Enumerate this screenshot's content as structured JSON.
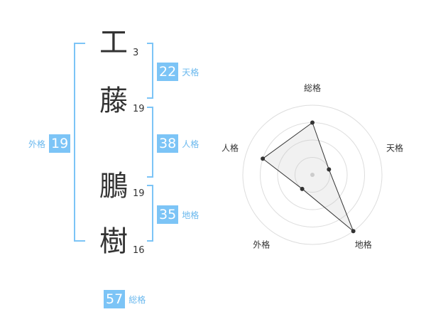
{
  "name": {
    "chars": [
      {
        "char": "工",
        "strokes": "3"
      },
      {
        "char": "藤",
        "strokes": "19"
      },
      {
        "char": "鵬",
        "strokes": "19"
      },
      {
        "char": "樹",
        "strokes": "16"
      }
    ]
  },
  "scores": {
    "tenkaku": {
      "value": "22",
      "label": "天格"
    },
    "jinkaku": {
      "value": "38",
      "label": "人格"
    },
    "chikaku": {
      "value": "35",
      "label": "地格"
    },
    "gaikaku": {
      "value": "19",
      "label": "外格"
    },
    "soukaku": {
      "value": "57",
      "label": "総格"
    }
  },
  "colors": {
    "accent": "#7cc4f6",
    "accent_text": "#6ab8ee"
  },
  "chart_data": {
    "type": "radar",
    "axes": [
      "総格",
      "天格",
      "地格",
      "外格",
      "人格"
    ],
    "values": [
      0.75,
      0.25,
      1.0,
      0.25,
      0.75
    ],
    "range": [
      0,
      1
    ],
    "rings": 4
  }
}
